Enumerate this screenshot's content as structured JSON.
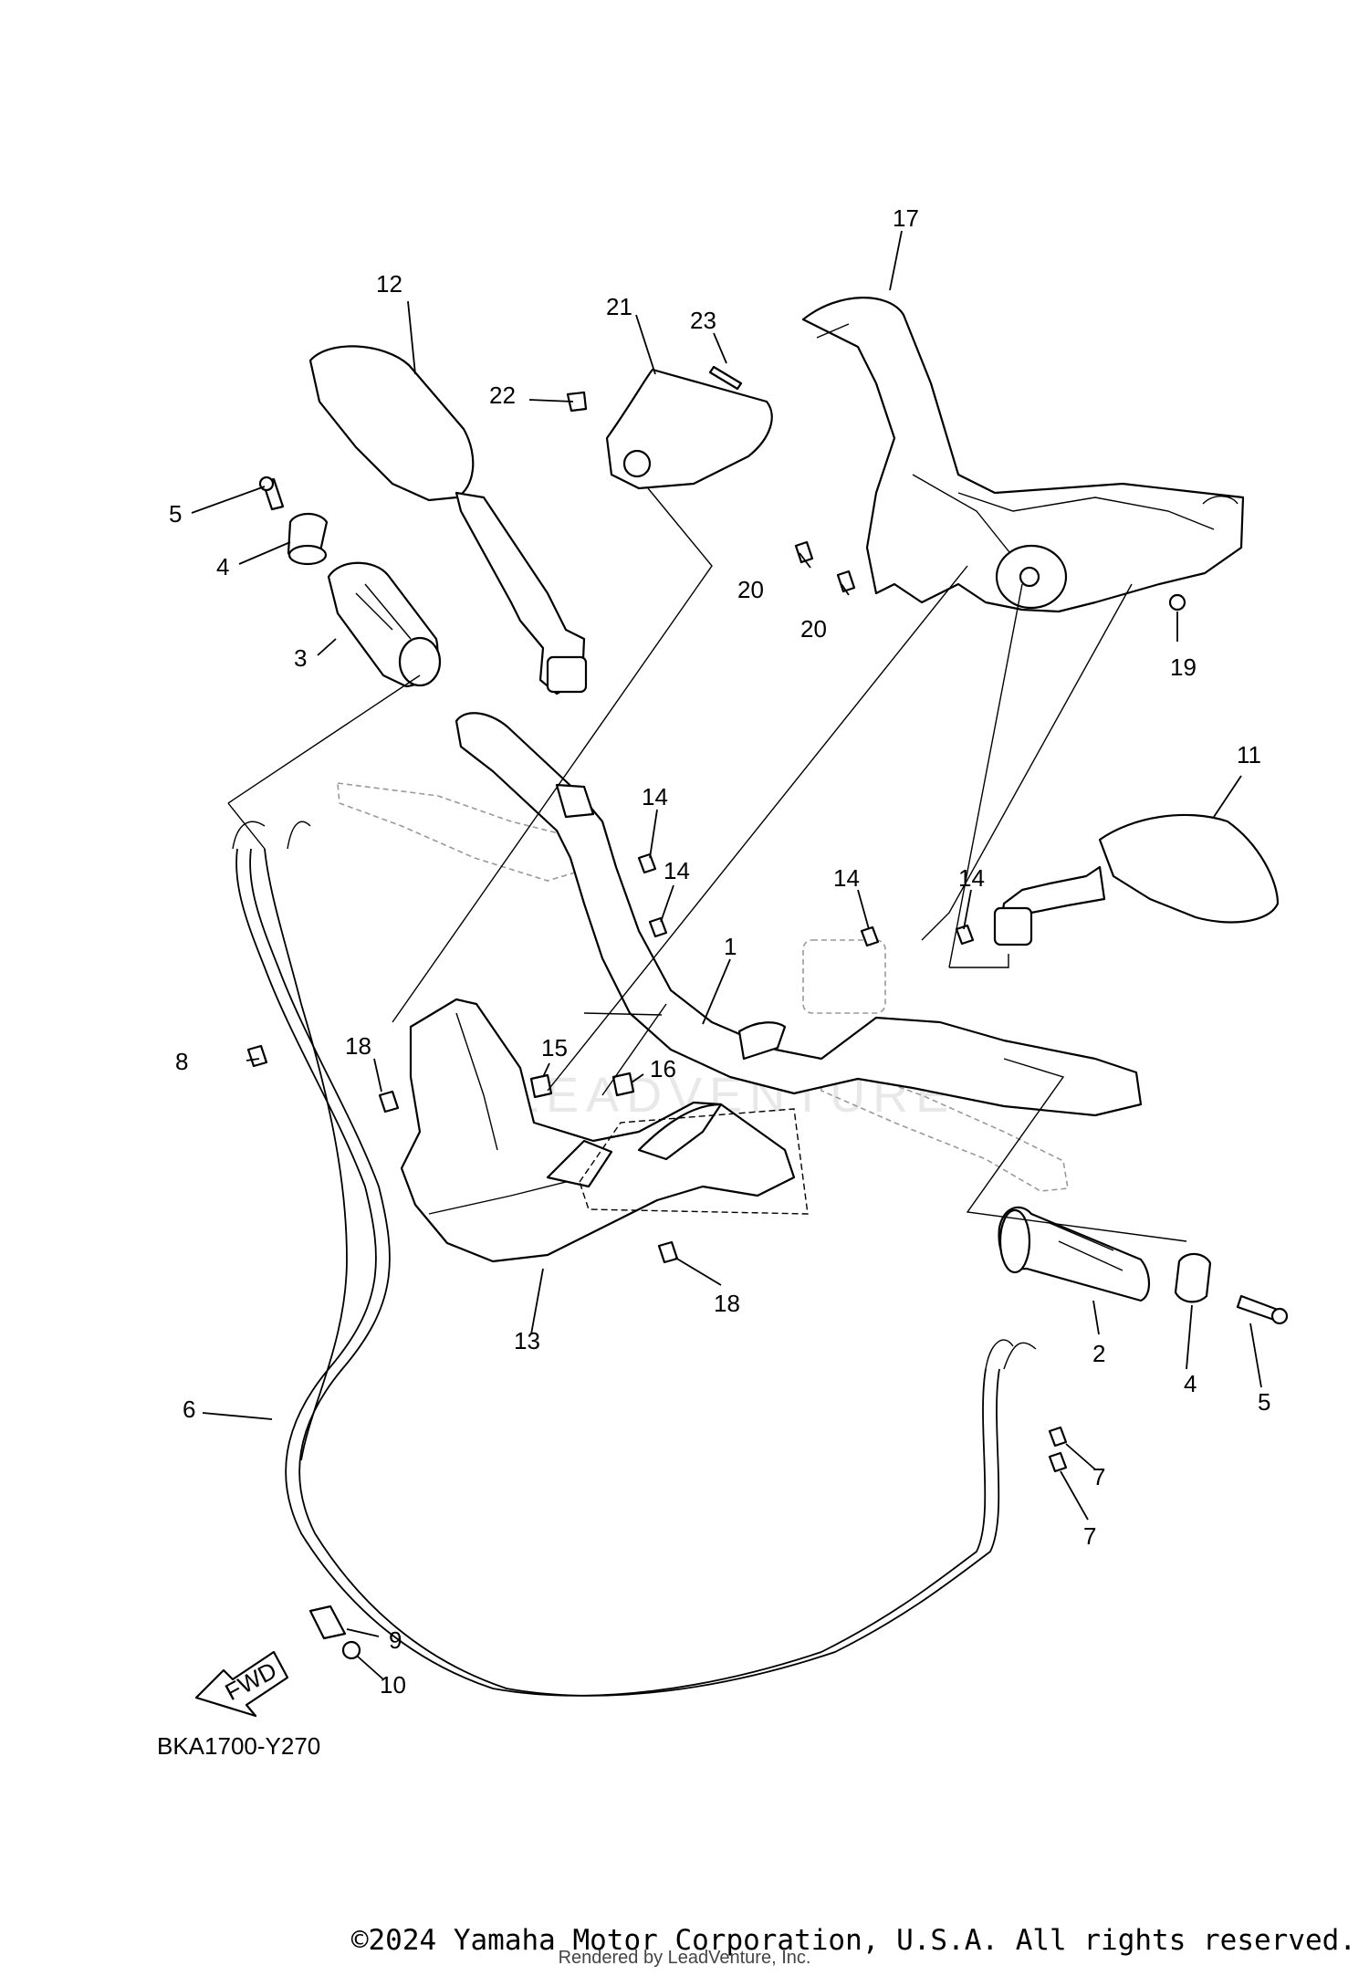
{
  "diagram": {
    "code": "BKA1700-Y270",
    "fwd_label": "FWD",
    "watermark": "LEADVENTURE",
    "callouts": {
      "p1": "1",
      "p2": "2",
      "p3": "3",
      "p4a": "4",
      "p4b": "4",
      "p5a": "5",
      "p5b": "5",
      "p6": "6",
      "p7a": "7",
      "p7b": "7",
      "p8": "8",
      "p9": "9",
      "p10": "10",
      "p11": "11",
      "p12": "12",
      "p13": "13",
      "p14a": "14",
      "p14b": "14",
      "p14c": "14",
      "p14d": "14",
      "p15": "15",
      "p16": "16",
      "p17": "17",
      "p18a": "18",
      "p18b": "18",
      "p19": "19",
      "p20a": "20",
      "p20b": "20",
      "p21": "21",
      "p22": "22",
      "p23": "23"
    }
  },
  "footer": {
    "copyright": "©2024 Yamaha Motor Corporation, U.S.A. All rights reserved.",
    "rendered_by": "Rendered by LeadVenture, Inc."
  }
}
